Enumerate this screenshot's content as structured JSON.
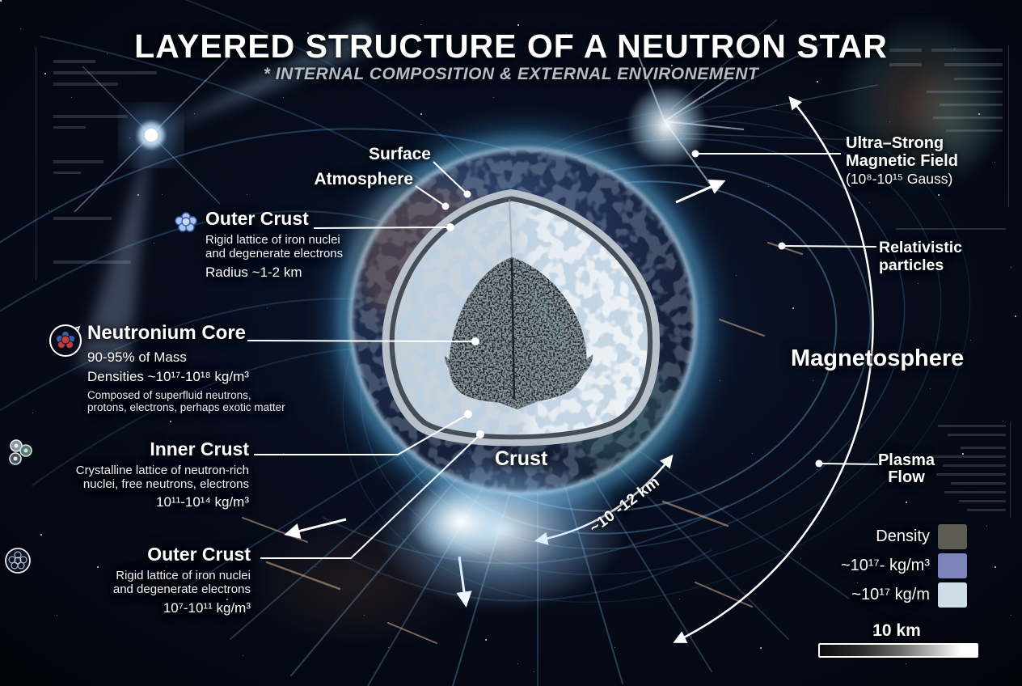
{
  "title": "LAYERED STRUCTURE OF A NEUTRON STAR",
  "subtitle": "* INTERNAL COMPOSITION & EXTERNAL ENVIRONEMENT",
  "labels": {
    "surface": "Surface",
    "atmosphere": "Atmosphere",
    "crust": "Crust",
    "radius_annotation": "~10 -12 km",
    "magnetosphere": "Magnetosphere",
    "outer_crust_top": {
      "heading": "Outer Crust",
      "line1": "Rigid lattice of iron nuclei",
      "line2": "and degenerate electrons",
      "line3": "Radius ~1-2 km"
    },
    "neutronium_core": {
      "heading": "Neutronium Core",
      "line1": "90-95% of Mass",
      "line2": "Densities ~10¹⁷-10¹⁸ kg/m³",
      "line3": "Composed of superfluid neutrons,",
      "line4": "protons, electrons, perhaps exotic matter"
    },
    "inner_crust": {
      "heading": "Inner Crust",
      "line1": "Crystalline lattice of neutron-rich",
      "line2": "nuclei, free neutrons, electrons",
      "line3": "10¹¹-10¹⁴ kg/m³"
    },
    "outer_crust_bottom": {
      "heading": "Outer Crust",
      "line1": "Rigid lattice of iron nuclei",
      "line2": "and degenerate electrons",
      "line3": "10⁷-10¹¹ kg/m³"
    },
    "magnetic_field": {
      "line1": "Ultra–Strong",
      "line2": "Magnetic Field",
      "line3": "(10⁸-10¹⁵ Gauss)"
    },
    "relativistic": {
      "line1": "Relativistic",
      "line2": "particles"
    },
    "plasma_flow": {
      "line1": "Plasma",
      "line2": "Flow"
    }
  },
  "legend": {
    "rows": [
      {
        "label": "Density",
        "color": "#5d5c53"
      },
      {
        "label": "~10¹⁷- kg/m³",
        "color": "#7c84ba"
      },
      {
        "label": "~10¹⁷ kg/m",
        "color": "#cfdde9"
      }
    ]
  },
  "scale_bar": {
    "label": "10 km"
  },
  "palette": {
    "glow_blue": "#7fd0ff",
    "background": "#05070f",
    "crust_rim": "#b9c1ca",
    "inner_crust_fill": "#d5dfe8",
    "core_fill": "#22292d"
  }
}
